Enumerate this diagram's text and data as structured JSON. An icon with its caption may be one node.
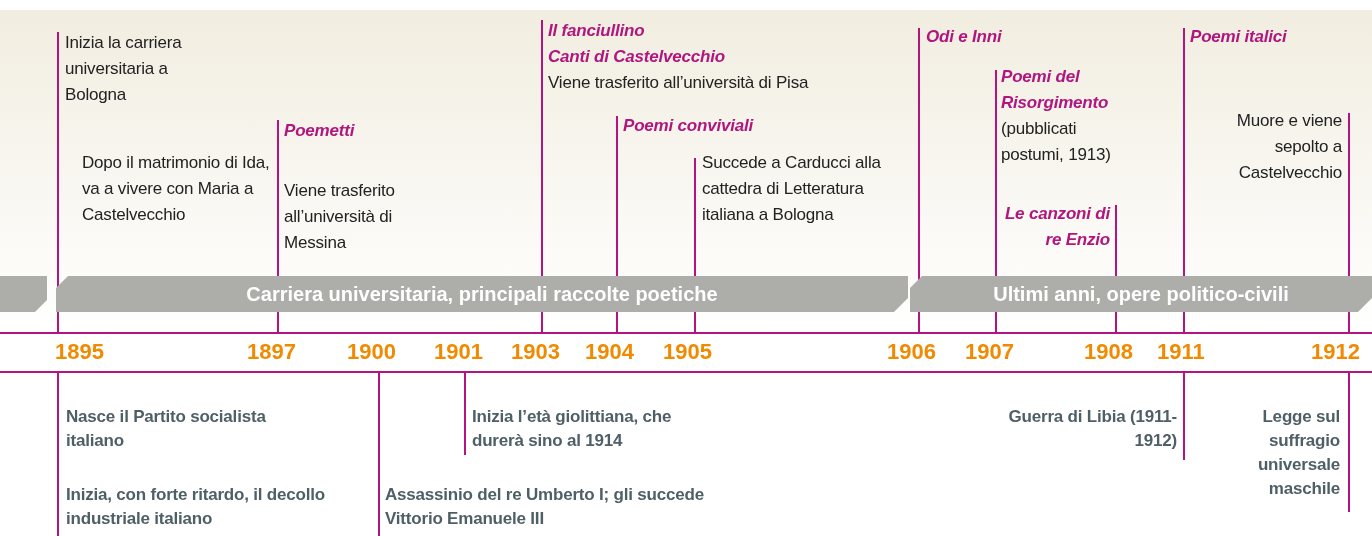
{
  "diagram": {
    "nodes": [
      {
        "text": [],
        "shape": "bar"
      },
      {
        "text": [
          "Carriera universitaria, principali raccolte poetiche"
        ]
      },
      {
        "text": [
          "Ultimi anni, opere politico-civili"
        ]
      }
    ],
    "labels": [
      "Inizia la carriera universitaria a Bologna",
      "Dopo il matrimonio di Ida, va a vivere con Maria a Castelvecchio",
      "Poemetti",
      "Viene trasferito all’università di Messina",
      "Il fanciullino",
      "Canti di Castelvecchio",
      "Viene trasferito all’università di Pisa",
      "Poemi conviviali",
      "Succede a Carducci alla cattedra di Letteratura italiana a Bologna",
      "Odi e Inni",
      "Poemi del Risorgimento",
      "(pubblicati postumi, 1913)",
      "Le canzoni di re Enzio",
      "Poemi italici",
      "Muore e viene sepolto a Castelvecchio",
      "1895",
      "1897",
      "1900",
      "1901",
      "1903",
      "1904",
      "1905",
      "1906",
      "1907",
      "1908",
      "1911",
      "1912",
      "Nasce il Partito socialista italiano",
      "Inizia l’età giolittiana, che durerà sino al 1914",
      "Guerra di Libia (1911-1912)",
      "Legge sul suffragio universale maschile",
      "Inizia, con forte ritardo, il decollo industriale italiano",
      "Assassinio del re Umberto I; gli succede Vittorio Emanuele III"
    ]
  }
}
